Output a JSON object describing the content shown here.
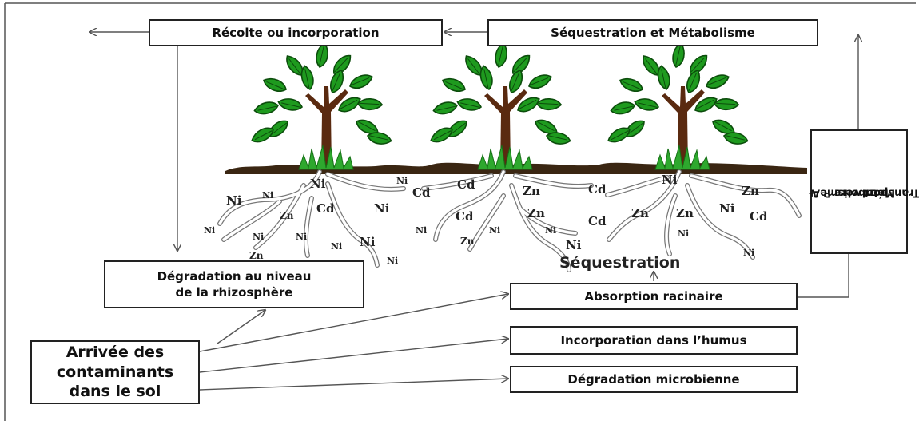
{
  "boxes": {
    "harvest": "Récolte ou incorporation",
    "sequestration_metabolism": "Séquestration et Métabolisme",
    "rhizosphere_line1": "Dégradation au niveau",
    "rhizosphere_line2": "de la rhizosphère",
    "root_absorption": "Absorption racinaire",
    "humus": "Incorporation dans l’humus",
    "microbial": "Dégradation microbienne",
    "arrival_line1": "Arrivée des",
    "arrival_line2": "contaminants",
    "arrival_line3": "dans le sol",
    "metabolism_line1": "Métabolisme +",
    "metabolism_line2": "Transport vers P A"
  },
  "labels": {
    "sequestration": "Séquestration",
    "metals": [
      "Ni",
      "Cd",
      "Zn"
    ]
  },
  "colors": {
    "leaf": "#1e9a1e",
    "leaf_dark": "#0c4d0c",
    "trunk": "#5a2a10",
    "soil": "#3a2612",
    "grass": "#2ea82e",
    "root": "#ffffff",
    "line": "#444444"
  }
}
